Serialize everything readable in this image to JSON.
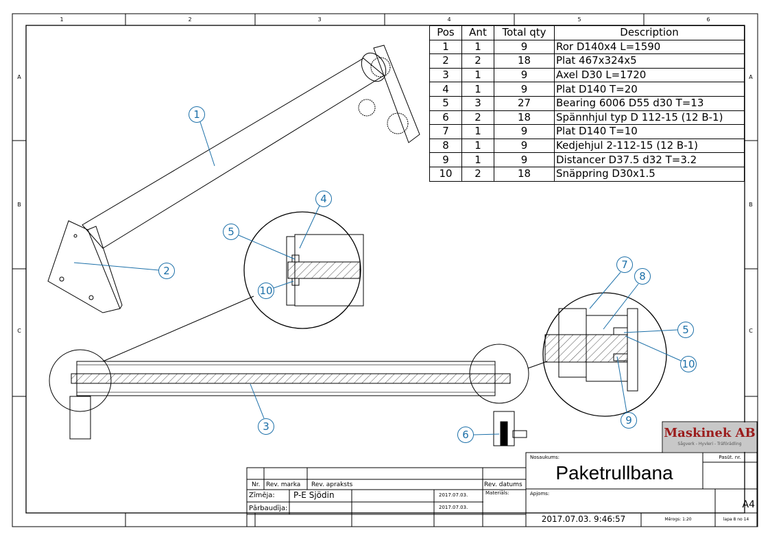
{
  "zones": {
    "columns": [
      "1",
      "2",
      "3",
      "4",
      "5",
      "6"
    ],
    "rows": [
      "A",
      "B",
      "C"
    ]
  },
  "bom": {
    "headers": [
      "Pos",
      "Ant",
      "Total qty",
      "Description"
    ],
    "rows": [
      [
        "1",
        "1",
        "9",
        "Ror D140x4 L=1590"
      ],
      [
        "2",
        "2",
        "18",
        "Plat 467x324x5"
      ],
      [
        "3",
        "1",
        "9",
        "Axel D30 L=1720"
      ],
      [
        "4",
        "1",
        "9",
        "Plat D140 T=20"
      ],
      [
        "5",
        "3",
        "27",
        "Bearing 6006 D55 d30 T=13"
      ],
      [
        "6",
        "2",
        "18",
        "Spännhjul typ D 112-15 (12 B-1)"
      ],
      [
        "7",
        "1",
        "9",
        "Plat D140 T=10"
      ],
      [
        "8",
        "1",
        "9",
        "Kedjehjul 2-112-15 (12 B-1)"
      ],
      [
        "9",
        "1",
        "9",
        "Distancer D37.5 d32 T=3.2"
      ],
      [
        "10",
        "2",
        "18",
        "Snäppring D30x1.5"
      ]
    ]
  },
  "balloons": [
    "1",
    "2",
    "3",
    "4",
    "5",
    "10",
    "7",
    "8",
    "5",
    "10",
    "9",
    "6"
  ],
  "title_block": {
    "rev_headers": {
      "nr": "Nr.",
      "marka": "Rev. marka",
      "apraksts": "Rev. apraksts",
      "datums": "Rev. datums"
    },
    "drawn_label": "Zīmēja:",
    "drawn_by": "P-E Sjödin",
    "drawn_date": "2017.07.03.",
    "checked_label": "Pārbaudīja:",
    "checked_date": "2017.07.03.",
    "material_label": "Materiāls:",
    "name_label": "Nosaukums:",
    "title": "Paketrullbana",
    "order_label": "Pasūt. nr.",
    "qty_label": "Apjoms:",
    "format": "A4",
    "timestamp": "2017.07.03. 9:46:57",
    "scale": "Mērogs: 1:20",
    "sheet": "lapa 8 no 14",
    "company": "Maskinek AB",
    "company_tagline": "Sågverk - Hyvleri - Träförädling"
  },
  "colors": {
    "balloon": "#1b6fa8",
    "logo_bg": "#c8c8c8",
    "logo_text": "#9b1c1c"
  }
}
